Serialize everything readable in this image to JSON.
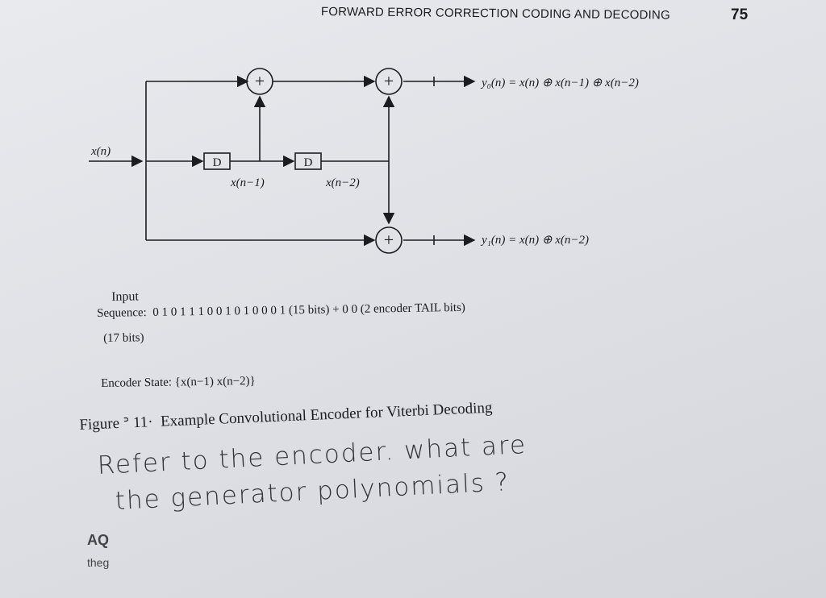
{
  "header": {
    "title": "FORWARD ERROR CORRECTION CODING AND DECODING",
    "page_number": "75"
  },
  "diagram": {
    "input_label": "x(n)",
    "delay_label": "D",
    "tap1_label": "x(n−1)",
    "tap2_label": "x(n−2)",
    "adder_symbol": "+",
    "output0": "y₀(n) = x(n) ⊕ x(n−1) ⊕ x(n−2)",
    "output1": "y₁(n) = x(n) ⊕ x(n−2)"
  },
  "input_block": {
    "label": "Input",
    "sequence_label": "Sequence:",
    "sequence": "0 1 0 1 1 1 0 0 1 0 1 0 0 0 1",
    "sequence_note": "(15 bits) + 0 0 (2 encoder TAIL bits)",
    "bits_total": "(17 bits)"
  },
  "encoder_state": "Encoder State: {x(n−1) x(n−2)}",
  "figure_caption": "Figure ᐣ 11·  Example Convolutional Encoder for Viterbi Decoding",
  "handwriting": {
    "line1": "Refer to the encoder. what are",
    "line2": "the generator polynomials ?"
  },
  "margin_notes": [
    "AQ",
    "theg"
  ]
}
